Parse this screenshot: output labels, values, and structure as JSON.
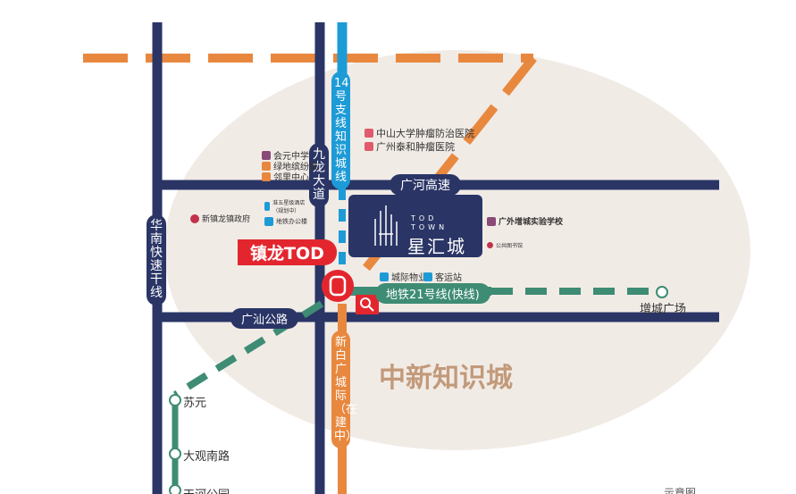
{
  "colors": {
    "road": "#2a3566",
    "orange": "#e8883f",
    "blue": "#1d9bd7",
    "green": "#3e8c74",
    "red": "#e3262e",
    "circle": "#f1ebe6",
    "district": "#c29a7a"
  },
  "roads": {
    "huanan": "华南快速干线",
    "jiulong": "九龙大道",
    "guanghe": "广河高速",
    "guangshan": "广汕公路"
  },
  "lines": {
    "line14": "14号支线知识城线",
    "line21": "地铁21号线(快线)",
    "xinbai": "新白广城际（在建中）"
  },
  "project": {
    "en1": "TOD",
    "en2": "TOWN",
    "cn": "星汇城"
  },
  "tod_label": "镇龙TOD",
  "district": "中新知识城",
  "pois": {
    "hospital1": "中山大学肿瘤防治医院",
    "hospital2": "广州泰和肿瘤医院",
    "school1": "会元中学",
    "mall1": "绿地缤纷城",
    "mall2": "邻里中心",
    "gov": "新镇龙镇政府",
    "hotel": "准五星级酒店（规划中）",
    "office": "地铁办公楼",
    "school2": "广外增城实验学校",
    "library": "公共图书馆",
    "property": "城际物业",
    "bus": "客运站"
  },
  "stations": {
    "zengcheng": "增城广场",
    "suyuan": "苏元",
    "daguan": "大观南路",
    "tianhe": "天河公园"
  },
  "note": "示意图"
}
